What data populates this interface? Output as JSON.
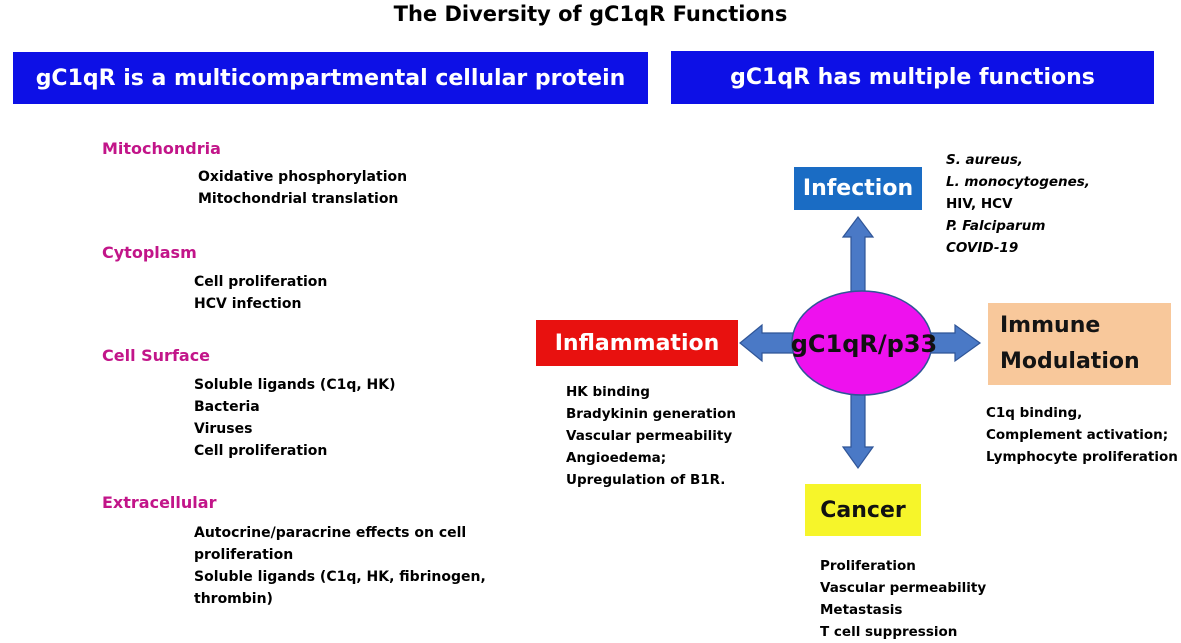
{
  "title": "The Diversity of gC1qR Functions",
  "left_panel": {
    "banner": "gC1qR is a multicompartmental cellular protein",
    "sections": [
      {
        "heading": "Mitochondria",
        "items": [
          "Oxidative phosphorylation",
          "Mitochondrial translation"
        ]
      },
      {
        "heading": "Cytoplasm",
        "items": [
          "Cell proliferation",
          "HCV infection"
        ]
      },
      {
        "heading": "Cell Surface",
        "items": [
          "Soluble ligands (C1q, HK)",
          "Bacteria",
          "Viruses",
          "Cell proliferation"
        ]
      },
      {
        "heading": "Extracellular",
        "items": [
          "Autocrine/paracrine effects on cell",
          "proliferation",
          "Soluble ligands (C1q, HK, fibrinogen,",
          "thrombin)"
        ]
      }
    ]
  },
  "right_panel": {
    "banner": "gC1qR has multiple functions",
    "center_label": "gC1qR/p33",
    "infection": {
      "label": "Infection",
      "notes": [
        "S. aureus,",
        "L. monocytogenes,",
        "HIV, HCV",
        "P. Falciparum",
        "COVID-19"
      ]
    },
    "inflammation": {
      "label": "Inflammation",
      "notes": [
        "HK binding",
        "Bradykinin generation",
        "Vascular permeability",
        "Angioedema;",
        "Upregulation of B1R."
      ]
    },
    "immune": {
      "label_line1": "Immune",
      "label_line2": "Modulation",
      "notes": [
        "C1q binding,",
        "Complement activation;",
        "Lymphocyte proliferation"
      ]
    },
    "cancer": {
      "label": "Cancer",
      "notes": [
        "Proliferation",
        "Vascular permeability",
        "Metastasis",
        "T cell suppression"
      ]
    }
  },
  "colors": {
    "banner": "#0d10e6",
    "section_heading": "#c21589",
    "infection": "#1a6cc4",
    "inflammation": "#e8110f",
    "immune": "#f8c89b",
    "cancer": "#f6f52a",
    "center_ellipse": "#ee11ee",
    "arrow": "#4a79c6"
  }
}
